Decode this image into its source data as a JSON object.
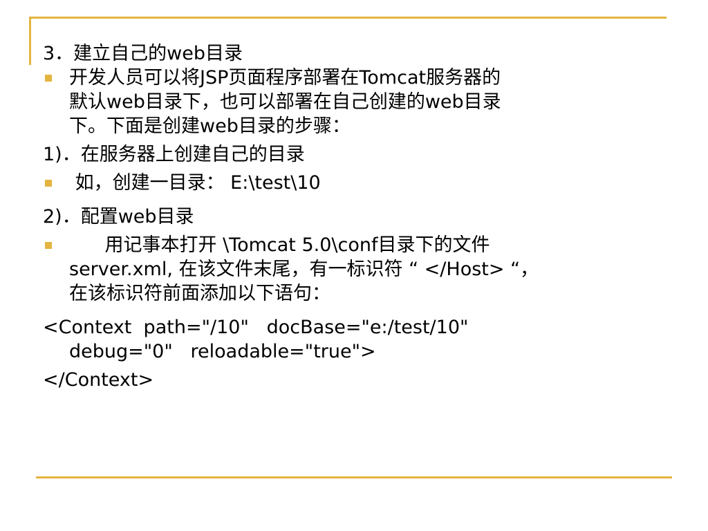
{
  "slide": {
    "heading_3": "3．建立自己的web目录",
    "bullet_1": {
      "line1": "开发人员可以将JSP页面程序部署在Tomcat服务器的",
      "line2": "默认web目录下，也可以部署在自己创建的web目录",
      "line3": "下。下面是创建web目录的步骤："
    },
    "step_1": "1)．在服务器上创建自己的目录",
    "bullet_2": " 如，创建一目录： E:\\test\\10",
    "step_2": "2)．配置web目录",
    "bullet_3": {
      "line1": "      用记事本打开 \\Tomcat 5.0\\conf目录下的文件",
      "line2": "server.xml, 在该文件末尾，有一标识符 “ </Host> “，",
      "line3": "在该标识符前面添加以下语句："
    },
    "code": {
      "line1": "<Context  path=\"/10\"   docBase=\"e:/test/10\"",
      "line2": "debug=\"0\"   reloadable=\"true\">",
      "line3": "</Context>"
    }
  }
}
